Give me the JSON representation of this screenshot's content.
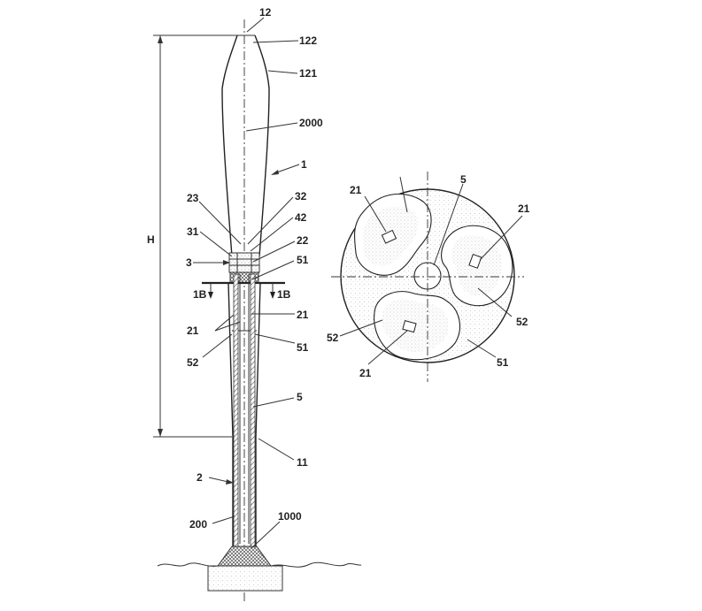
{
  "labels": {
    "l12": "12",
    "l122": "122",
    "l121": "121",
    "l2000": "2000",
    "l1": "1",
    "l23": "23",
    "l32": "32",
    "l42": "42",
    "l31": "31",
    "l22": "22",
    "l3": "3",
    "l51a": "51",
    "l1b_left": "1B",
    "l1b_right": "1B",
    "l21a": "21",
    "l21b": "21",
    "l52a": "52",
    "l51b": "51",
    "lH": "H",
    "l5": "5",
    "l11": "11",
    "l2": "2",
    "l200": "200",
    "l1000": "1000"
  },
  "section_labels": {
    "s21a": "21",
    "s5": "5",
    "s21b": "21",
    "s52a": "52",
    "s52b": "52",
    "s21c": "21",
    "s51": "51"
  },
  "colors": {
    "line": "#333333",
    "hatch": "#7a7a7a",
    "stipple": "#c8c8c8",
    "text": "#222222"
  }
}
